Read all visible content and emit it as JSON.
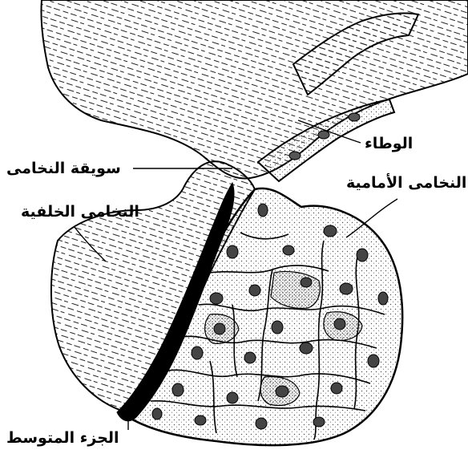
{
  "labels": {
    "hypothalamus": "الوطاء",
    "pituitary_stalk": "سويقة النخامى",
    "anterior_pituitary": "النخامى الأمامية",
    "posterior_pituitary": "النخامى الخلفية",
    "intermediate_part": "الجزء المتوسط"
  },
  "colors": {
    "ink": "#000000",
    "background": "#ffffff",
    "stipple": "#777777"
  }
}
